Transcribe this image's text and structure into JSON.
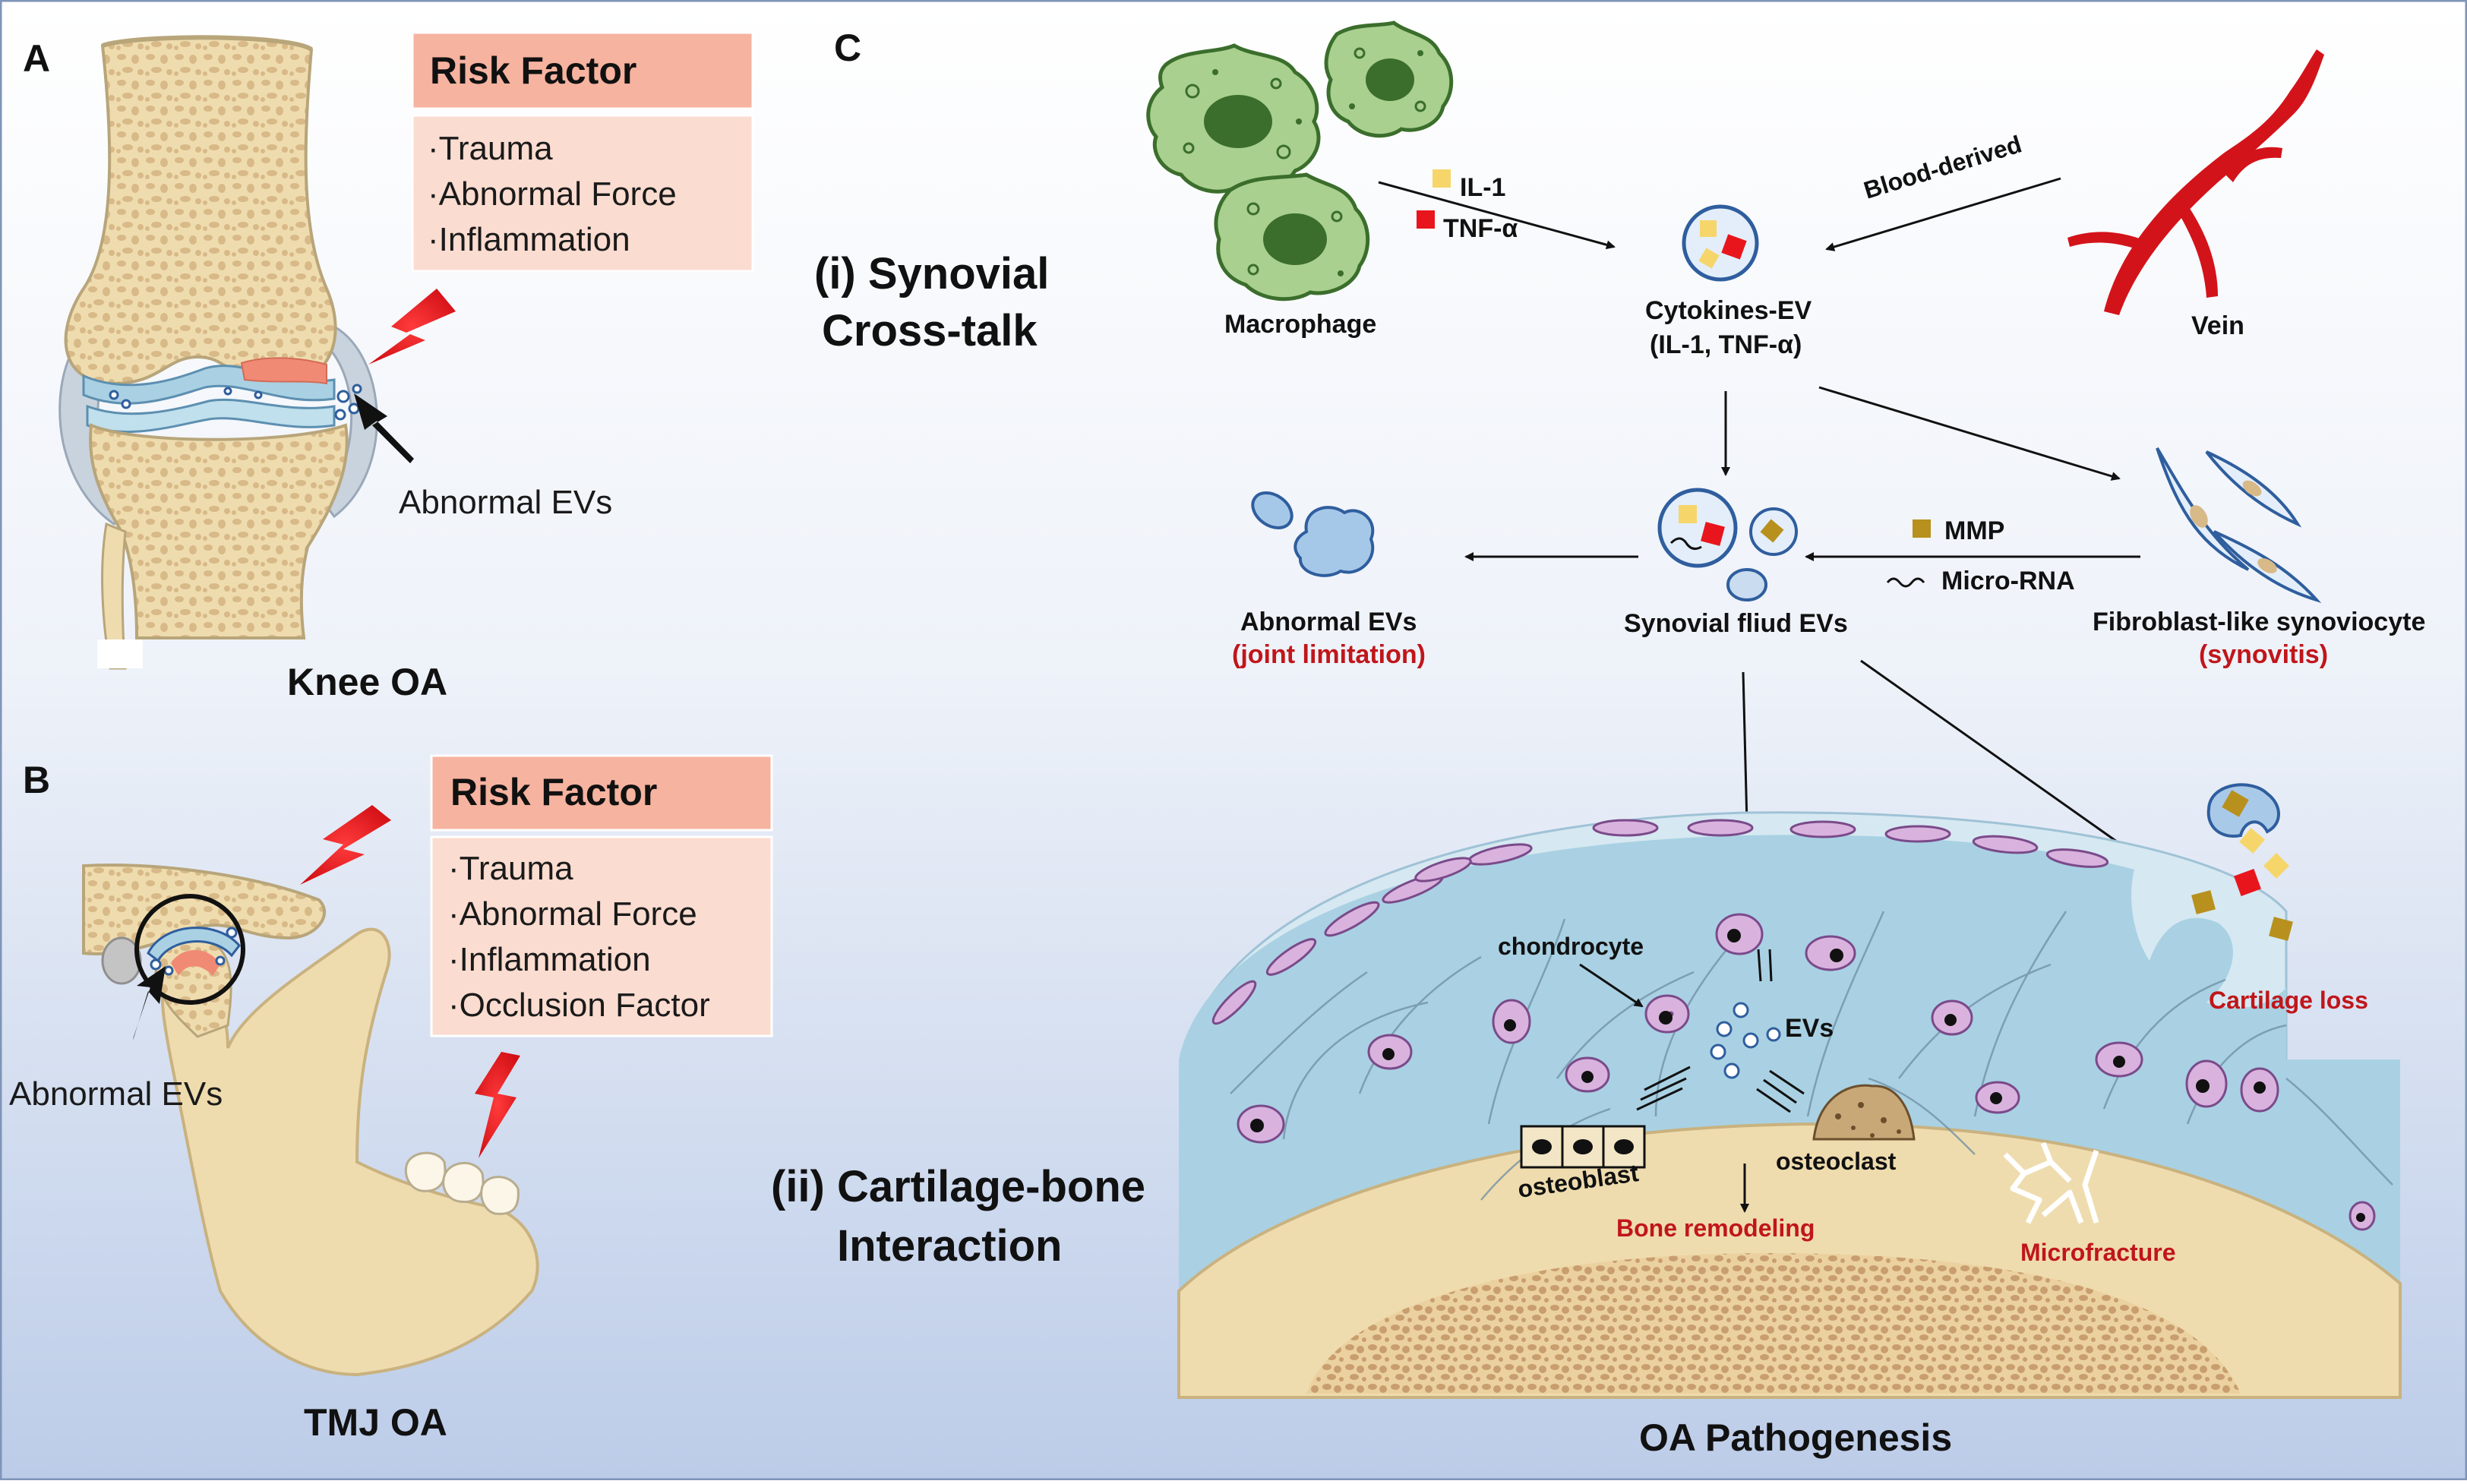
{
  "panel_a": {
    "letter": "A",
    "risk_title": "Risk Factor",
    "risk_items": [
      "·Trauma",
      "·Abnormal Force",
      "·Inflammation"
    ],
    "ev_label": "Abnormal EVs",
    "caption": "Knee OA"
  },
  "panel_b": {
    "letter": "B",
    "risk_title": "Risk Factor",
    "risk_items": [
      "·Trauma",
      "·Abnormal Force",
      "·Inflammation",
      "·Occlusion Factor"
    ],
    "ev_label": "Abnormal EVs",
    "caption": "TMJ OA"
  },
  "panel_c": {
    "letter": "C",
    "section_i": [
      "(i) Synovial",
      "Cross-talk"
    ],
    "section_ii": [
      "(ii) Cartilage-bone",
      "Interaction"
    ],
    "macrophage": "Macrophage",
    "il1": "IL-1",
    "tnf": "TNF-α",
    "cytokines_ev": [
      "Cytokines-EV",
      "(IL-1, TNF-α)"
    ],
    "blood_derived": "Blood-derived",
    "vein": "Vein",
    "mmp": "MMP",
    "microrna": "Micro-RNA",
    "fibroblast": "Fibroblast-like synoviocyte",
    "synovitis": "(synovitis)",
    "synovial_evs": "Synovial fliud EVs",
    "abnormal_evs": "Abnormal EVs",
    "joint_limitation": "(joint limitation)",
    "chondrocyte": "chondrocyte",
    "evs": "EVs",
    "osteoblast": "osteoblast",
    "osteoclast": "osteoclast",
    "bone_remodeling": "Bone remodeling",
    "microfracture": "Microfracture",
    "cartilage_loss": "Cartilage loss",
    "footer": "OA Pathogenesis"
  },
  "colors": {
    "bg_top": "#ffffff",
    "bg_bottom": "#bccce8",
    "risk_header": "#f6b39f",
    "risk_body": "#fbdcd0",
    "bone": "#efdcae",
    "bone_spot": "#d8b988",
    "cartilage_blue": "#a9d1e3",
    "macrophage": "#a9d08e",
    "nucleus": "#3b6e2c",
    "chondrocyte": "#d9b3de",
    "accent_red": "#c0161a",
    "bolt_red": "#e8161c",
    "il1_yellow": "#f6d66b",
    "mmp_gold": "#b8901d"
  }
}
